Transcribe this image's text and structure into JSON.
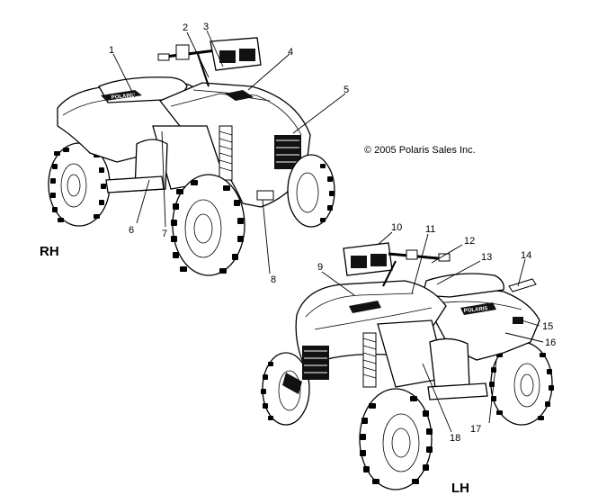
{
  "diagram": {
    "copyright": "© 2005 Polaris Sales Inc.",
    "views": [
      {
        "label": "RH"
      },
      {
        "label": "LH"
      }
    ],
    "brand_decal_text": "POLARIS",
    "callouts": [
      "1",
      "2",
      "3",
      "4",
      "5",
      "6",
      "7",
      "8",
      "9",
      "10",
      "11",
      "12",
      "13",
      "14",
      "15",
      "16",
      "17",
      "18"
    ]
  }
}
